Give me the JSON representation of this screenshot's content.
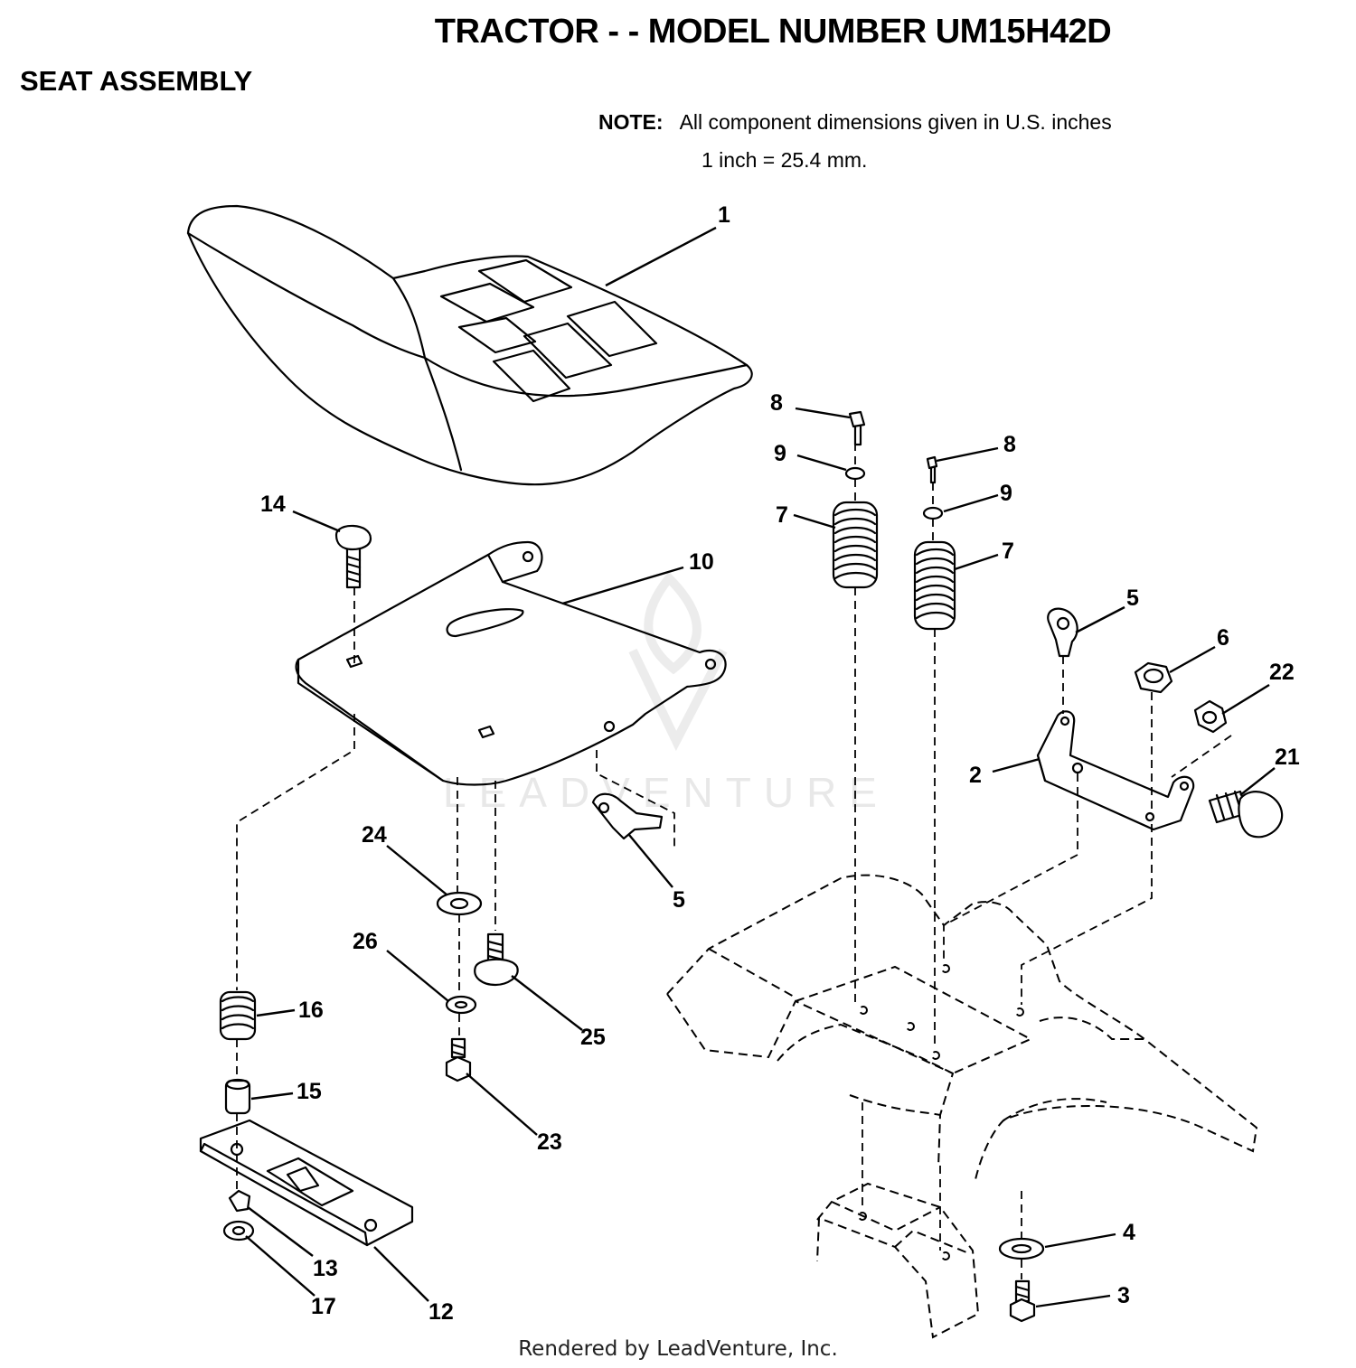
{
  "header": {
    "title": "TRACTOR - - MODEL NUMBER UM15H42D",
    "section": "SEAT ASSEMBLY"
  },
  "note": {
    "label": "NOTE:",
    "line1": "All component dimensions given in U.S. inches",
    "line2": "1 inch = 25.4 mm."
  },
  "watermark": "LEADVENTURE",
  "footer": "Rendered by LeadVenture, Inc.",
  "callouts": [
    {
      "id": "callout-1",
      "label": "1"
    },
    {
      "id": "callout-2",
      "label": "2"
    },
    {
      "id": "callout-3",
      "label": "3"
    },
    {
      "id": "callout-4",
      "label": "4"
    },
    {
      "id": "callout-5a",
      "label": "5"
    },
    {
      "id": "callout-5b",
      "label": "5"
    },
    {
      "id": "callout-6",
      "label": "6"
    },
    {
      "id": "callout-7a",
      "label": "7"
    },
    {
      "id": "callout-7b",
      "label": "7"
    },
    {
      "id": "callout-8a",
      "label": "8"
    },
    {
      "id": "callout-8b",
      "label": "8"
    },
    {
      "id": "callout-9a",
      "label": "9"
    },
    {
      "id": "callout-9b",
      "label": "9"
    },
    {
      "id": "callout-10",
      "label": "10"
    },
    {
      "id": "callout-12",
      "label": "12"
    },
    {
      "id": "callout-13",
      "label": "13"
    },
    {
      "id": "callout-14",
      "label": "14"
    },
    {
      "id": "callout-15",
      "label": "15"
    },
    {
      "id": "callout-16",
      "label": "16"
    },
    {
      "id": "callout-17",
      "label": "17"
    },
    {
      "id": "callout-21",
      "label": "21"
    },
    {
      "id": "callout-22",
      "label": "22"
    },
    {
      "id": "callout-23",
      "label": "23"
    },
    {
      "id": "callout-24",
      "label": "24"
    },
    {
      "id": "callout-25",
      "label": "25"
    },
    {
      "id": "callout-26",
      "label": "26"
    }
  ]
}
